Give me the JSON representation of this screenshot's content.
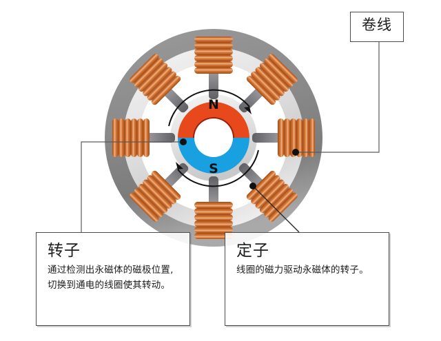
{
  "diagram": {
    "type": "brushless-dc-motor-cross-section",
    "rotor": {
      "north_label": "N",
      "south_label": "S",
      "north_color": "#e8491c",
      "south_color": "#18a0e0",
      "rotation": "clockwise",
      "arrow_count": 2
    },
    "stator": {
      "coil_count": 8,
      "coil_color": "#d2702f",
      "coil_shadow": "#a8521f",
      "coil_highlight": "#e8a06a",
      "pole_color": "#7d7d82",
      "outer_ring_color": "#8a8a8a",
      "inner_ring_color": "#d9d9d9",
      "hub_color": "#dcdcdc"
    }
  },
  "callouts": {
    "winding": {
      "title": "卷线",
      "body": ""
    },
    "rotor": {
      "title": "转子",
      "body": "通过检测出永磁体的磁极位置,切换到通电的线圈使其转动。"
    },
    "stator": {
      "title": "定子",
      "body": "线圈的磁力驱动永磁体的转子。"
    }
  }
}
